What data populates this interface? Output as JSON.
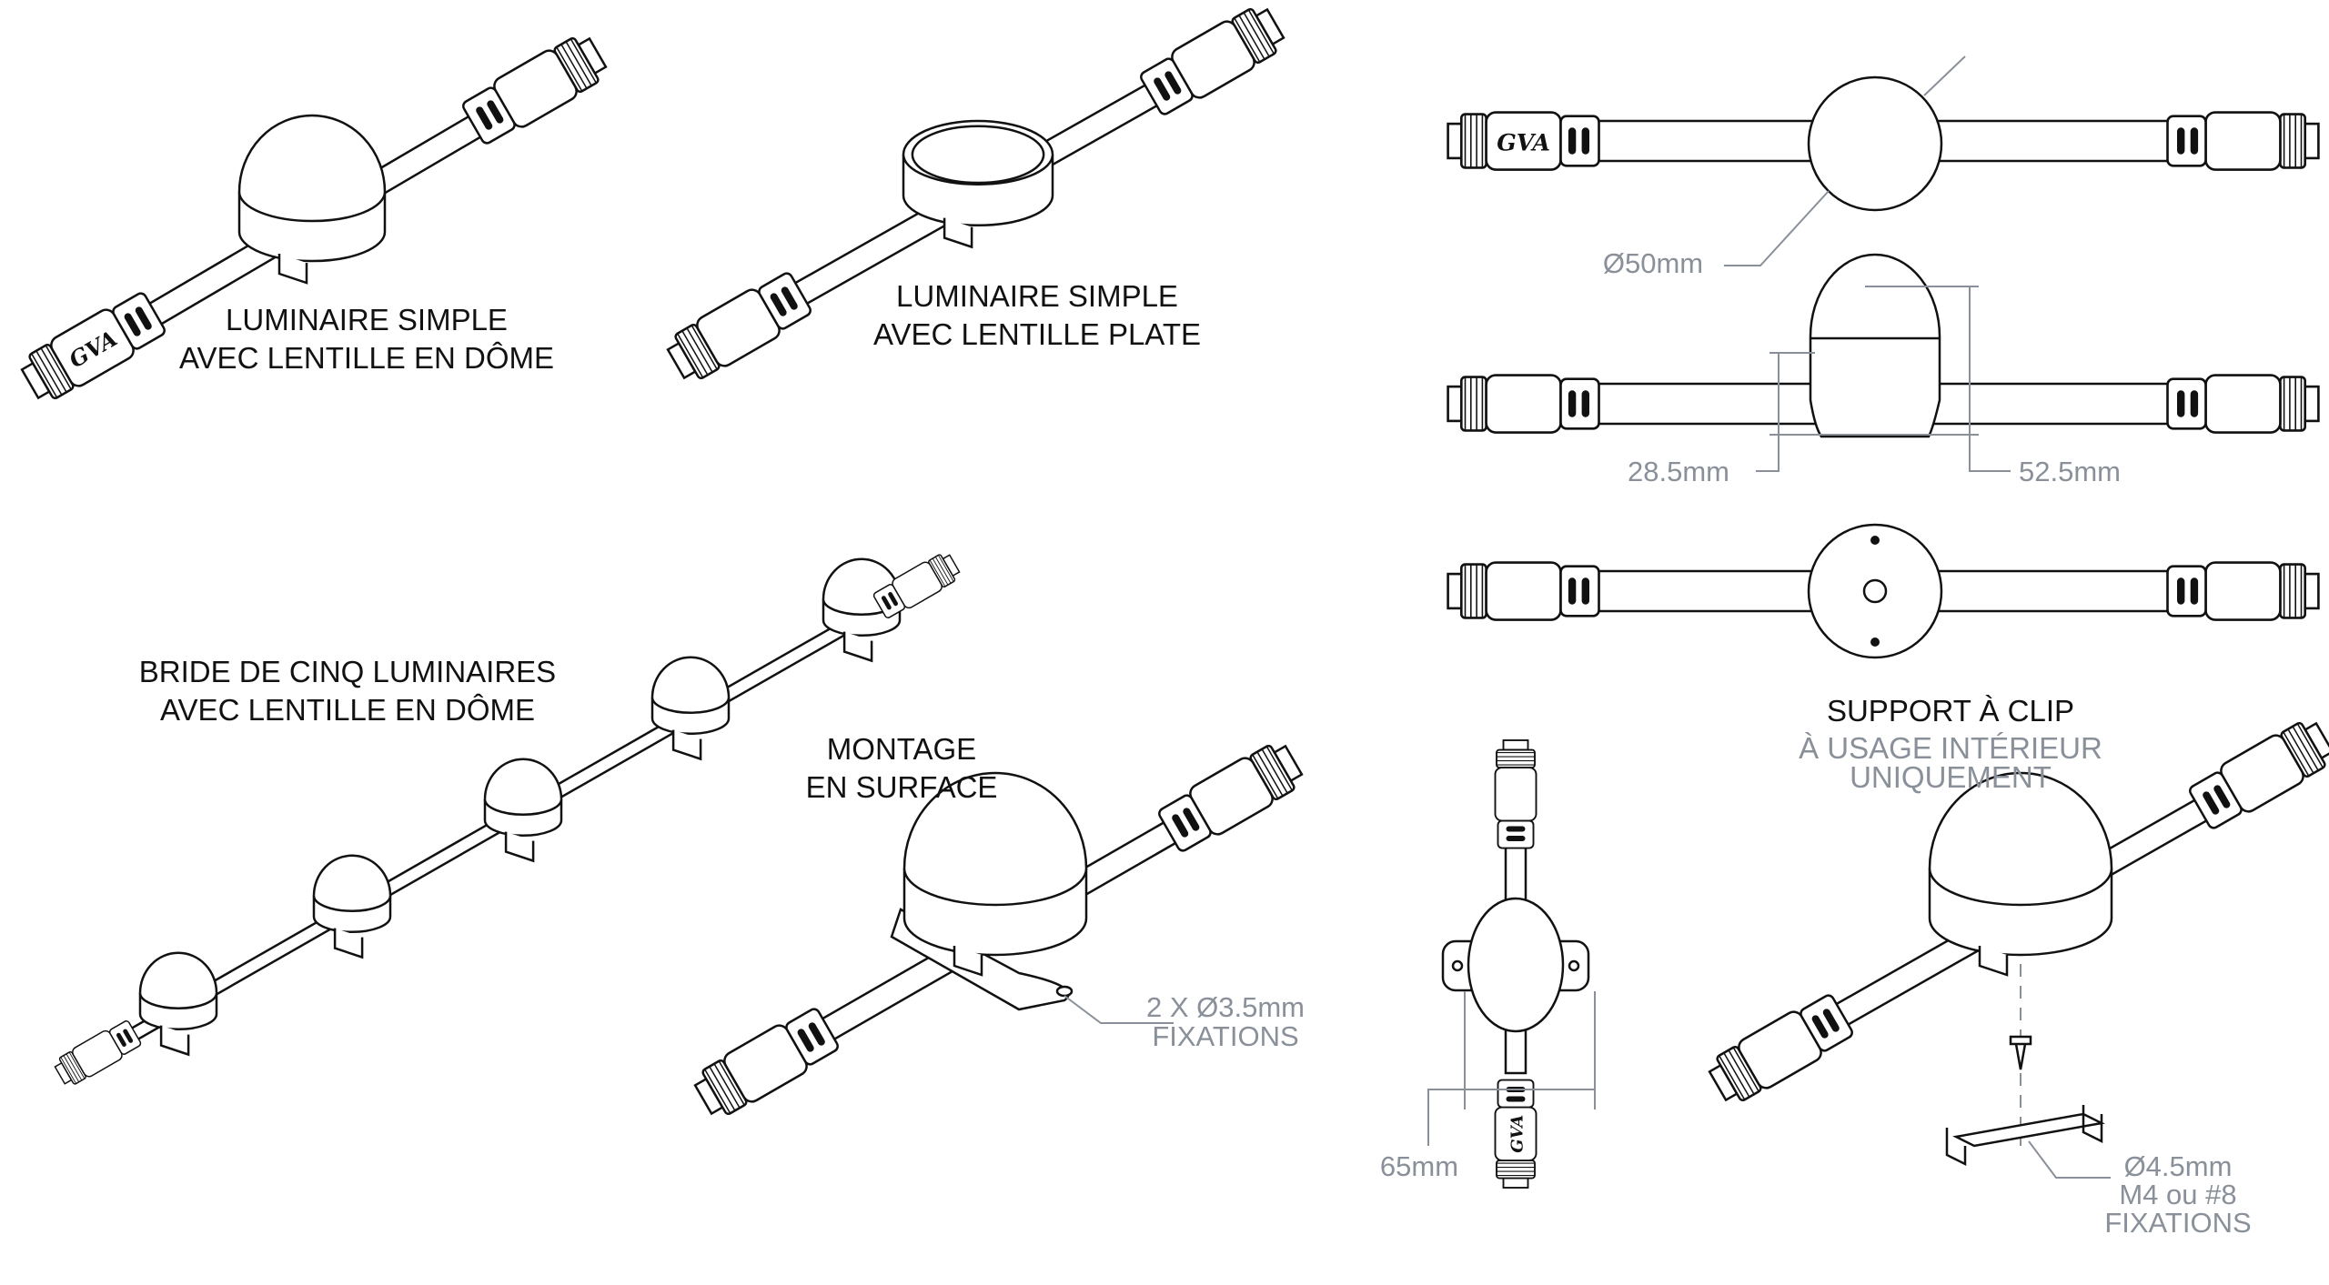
{
  "labels": {
    "single_dome": [
      "LUMINAIRE SIMPLE",
      "AVEC LENTILLE EN DÔME"
    ],
    "single_flat": [
      "LUMINAIRE SIMPLE",
      "AVEC LENTILLE PLATE"
    ],
    "five_chain": [
      "BRIDE DE CINQ LUMINAIRES",
      "AVEC LENTILLE EN DÔME"
    ],
    "surface": [
      "MONTAGE",
      "EN SURFACE"
    ],
    "surface_fix": [
      "2 X Ø3.5mm",
      "FIXATIONS"
    ],
    "clip": [
      "SUPPORT À CLIP"
    ],
    "clip_note": [
      "À USAGE INTÉRIEUR",
      "UNIQUEMENT"
    ],
    "clip_fix": [
      "Ø4.5mm",
      "M4 ou #8",
      "FIXATIONS"
    ]
  },
  "dimensions": {
    "diameter": "Ø50mm",
    "base_height": "28.5mm",
    "total_height": "52.5mm",
    "tab_width": "65mm"
  },
  "logo": "GVA",
  "colors": {
    "line": "#111111",
    "dimension": "#8a9099"
  }
}
